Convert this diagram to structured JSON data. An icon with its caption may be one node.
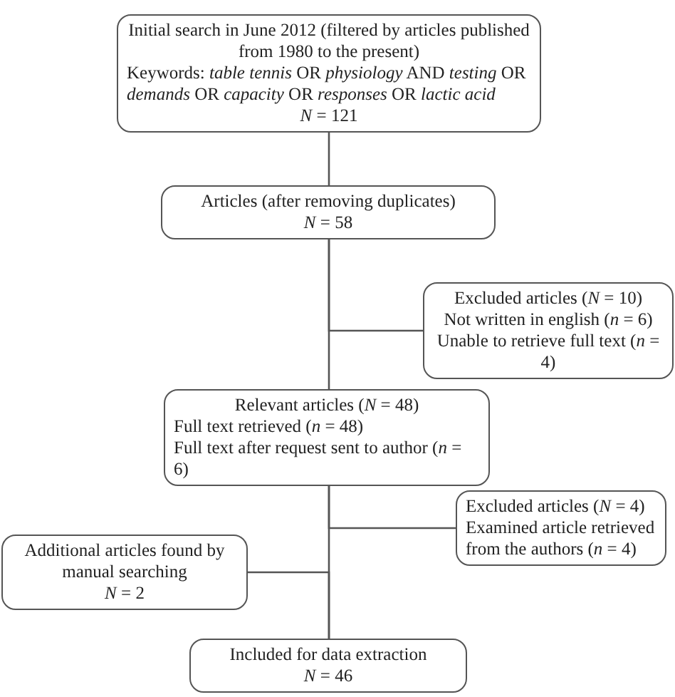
{
  "diagram": {
    "nodes": [
      {
        "text": [
          "Initial search in June 2012 (filtered by articles published from 1980 to the present)",
          "Keywords: *table tennis* OR *physiology*  AND *testing* OR *demands* OR *capacity* OR *responses* OR *lactic acid*",
          "*N* = 121"
        ]
      },
      {
        "text": [
          "Articles (after removing duplicates)",
          "*N* = 58"
        ]
      },
      {
        "text": [
          "Excluded articles (*N* = 10)",
          "Not written in english (*n* = 6)",
          "Unable to retrieve full text (*n* = 4)"
        ]
      },
      {
        "text": [
          "Relevant articles (*N* = 48)",
          "Full text retrieved (*n* = 48)",
          "Full text after request sent to author (*n* = 6)"
        ]
      },
      {
        "text": [
          "Excluded articles (*N* = 4)",
          "Examined article retrieved from the authors (*n* = 4)"
        ]
      },
      {
        "text": [
          "Additional articles found by manual searching",
          "*N* = 2"
        ]
      },
      {
        "text": [
          "Included for data extraction",
          "*N* = 46"
        ]
      }
    ],
    "edges": [
      {
        "from": 0,
        "to": 1,
        "arrow": "none"
      },
      {
        "from": 1,
        "to": 2,
        "arrow": "none"
      },
      {
        "from": 1,
        "to": 3,
        "arrow": "none"
      },
      {
        "from": 3,
        "to": 4,
        "arrow": "none"
      },
      {
        "from": 3,
        "to": 6,
        "arrow": "none"
      },
      {
        "from": 5,
        "to": 6,
        "arrow": "none"
      }
    ]
  }
}
